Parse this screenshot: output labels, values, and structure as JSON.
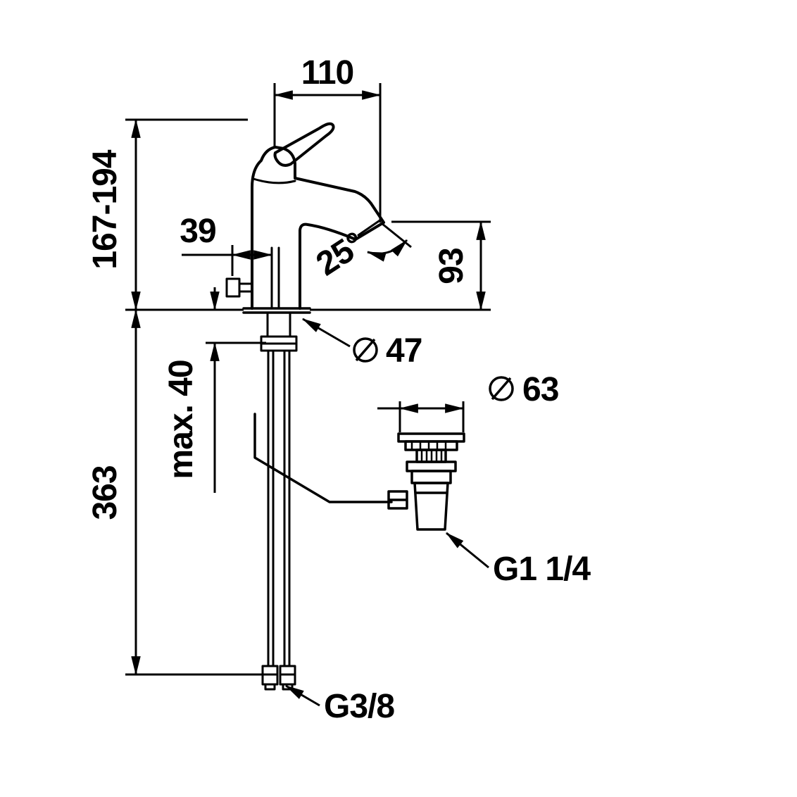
{
  "drawing": {
    "type": "technical-dimension-drawing",
    "subject": "single-lever basin mixer faucet with pop-up waste",
    "labels": {
      "spout_reach": "110",
      "height_range": "167-194",
      "handle_offset": "39",
      "spout_angle": "25°",
      "outlet_height": "93",
      "body_diameter": "47",
      "drain_diameter": "63",
      "max_thickness": "max. 40",
      "hose_length": "363",
      "drain_connection": "G1 1/4",
      "supply_connection": "G3/8"
    },
    "colors": {
      "ink": "#000000",
      "background": "#ffffff"
    }
  }
}
